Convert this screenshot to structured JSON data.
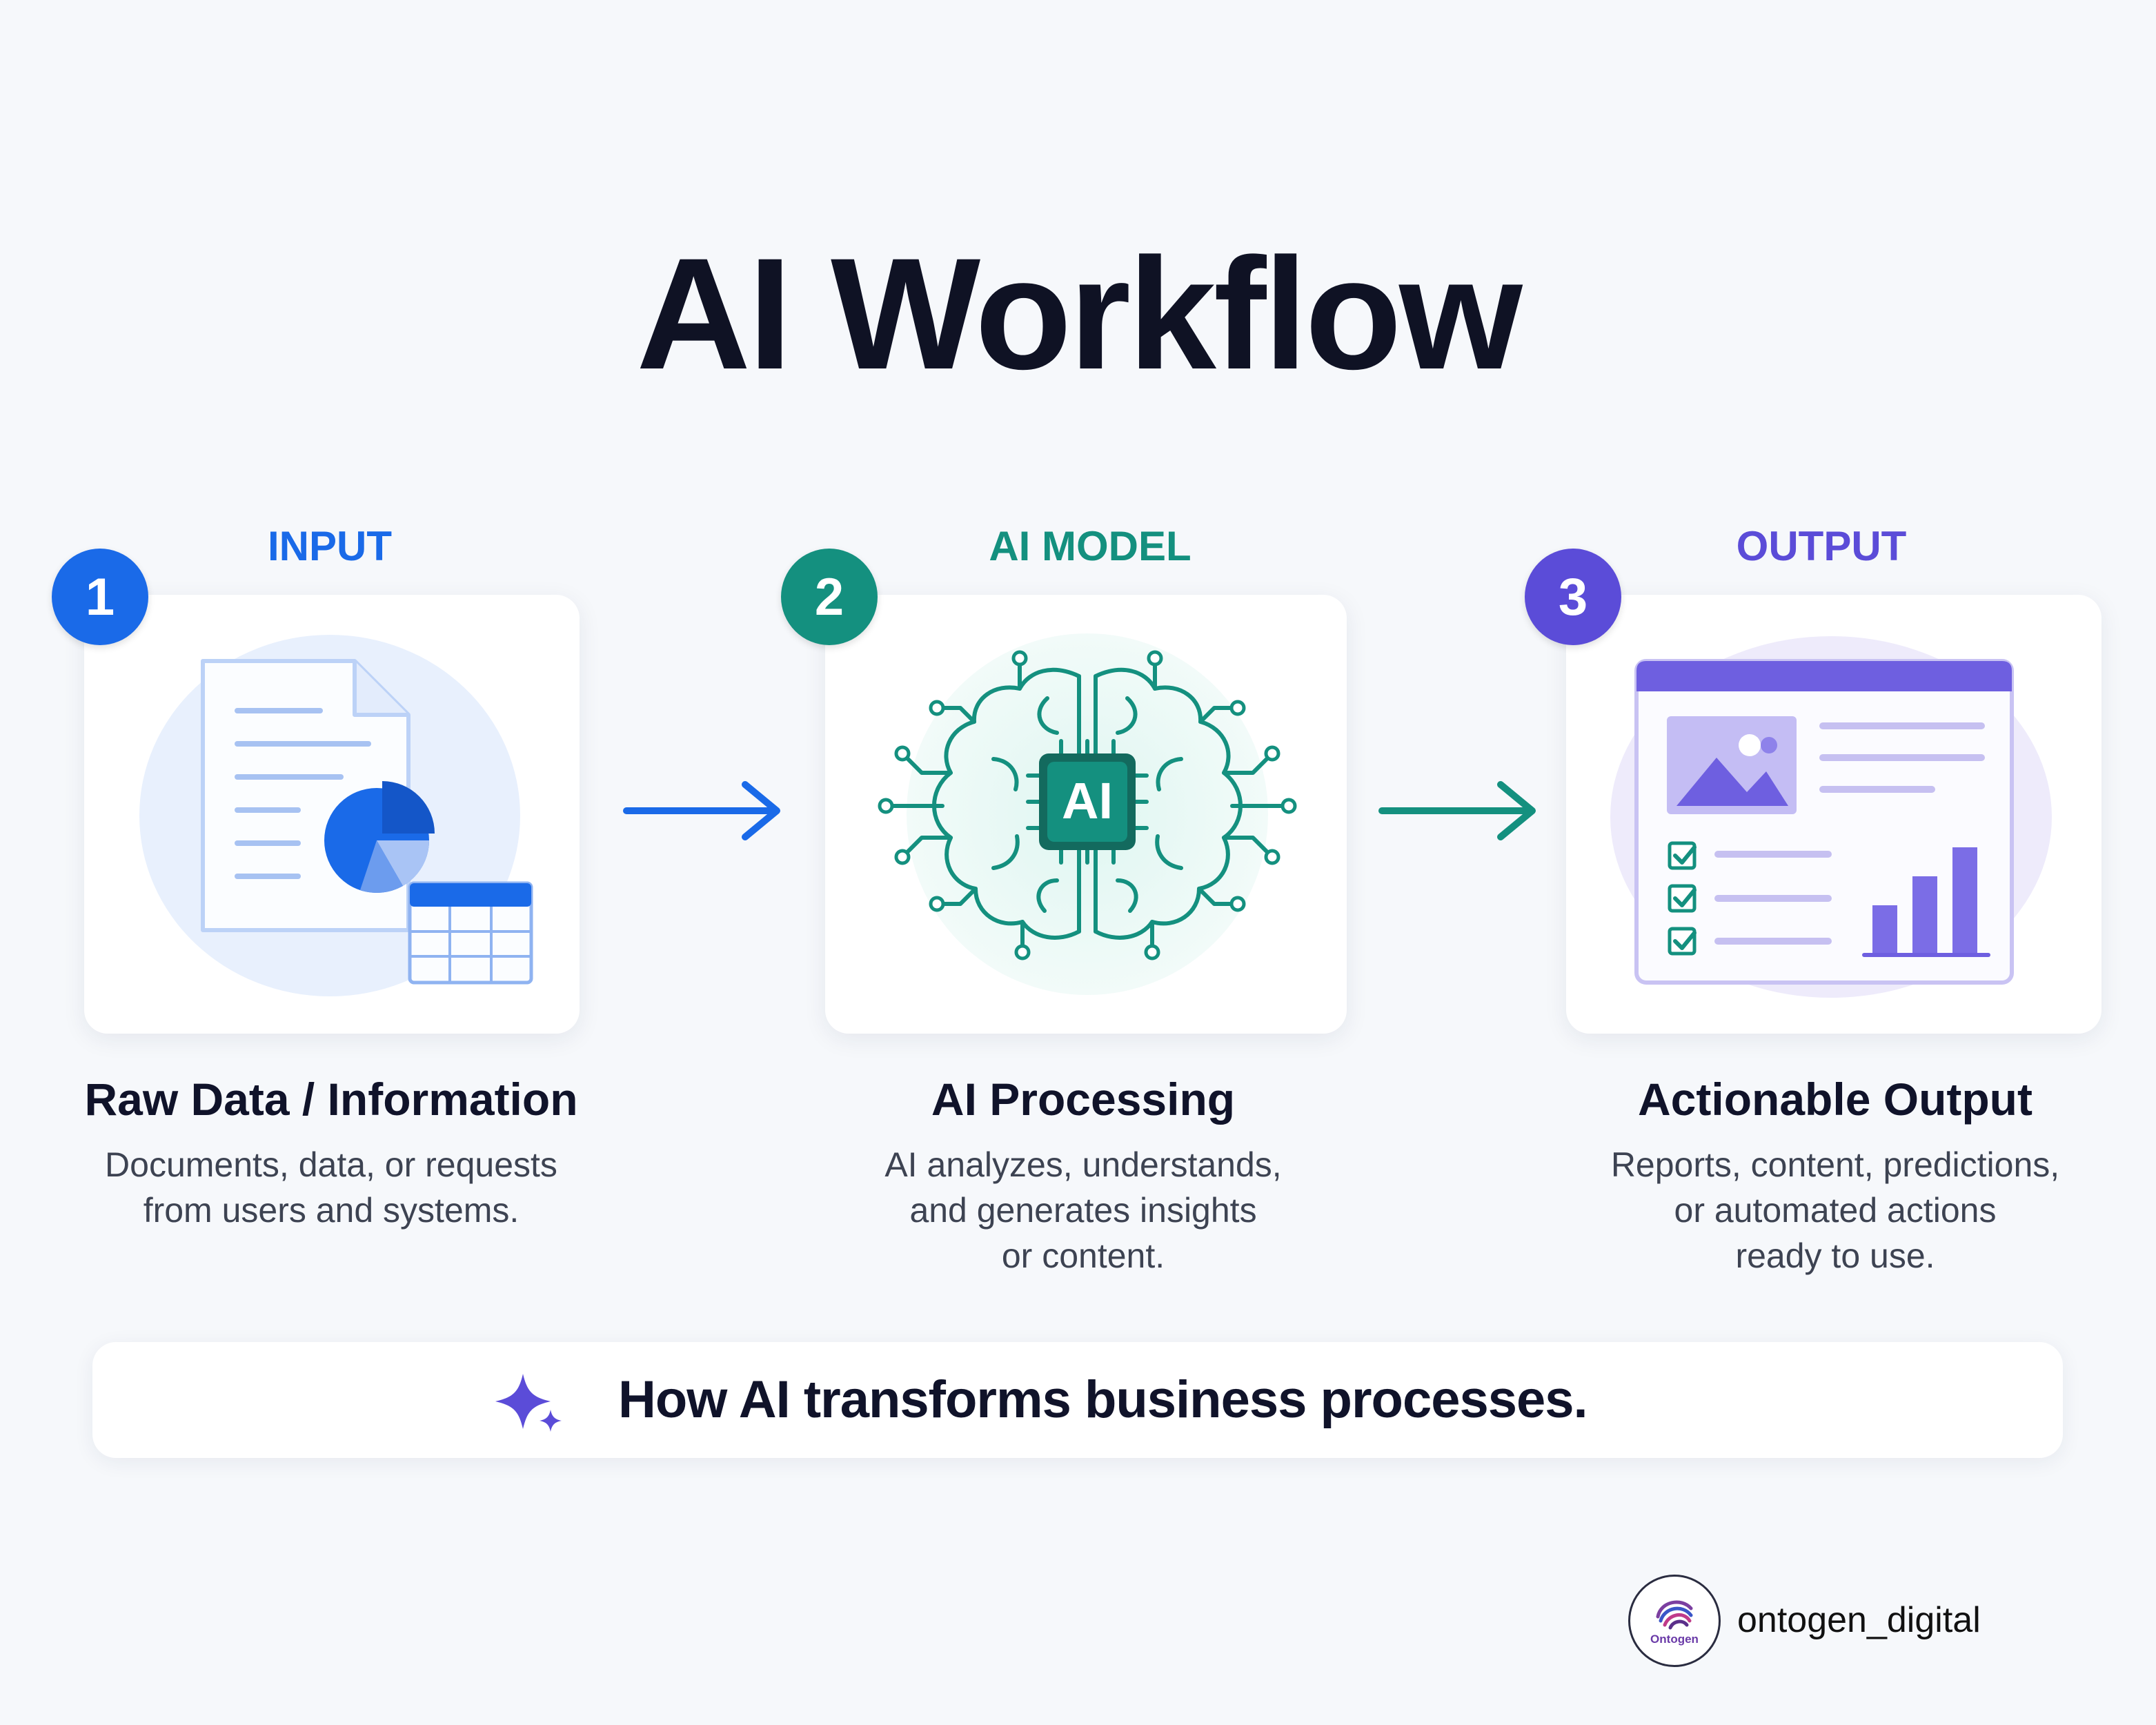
{
  "title": "AI Workflow",
  "colors": {
    "input": "#1a6ae8",
    "model": "#14907f",
    "output": "#5b4cd8",
    "background": "#f6f8fb"
  },
  "steps": [
    {
      "number": "1",
      "label": "INPUT",
      "icon": "documents-data-icon",
      "title": "Raw Data / Information",
      "description": [
        "Documents, data, or requests",
        "from users and systems."
      ]
    },
    {
      "number": "2",
      "label": "AI MODEL",
      "icon": "ai-brain-chip-icon",
      "chip_text": "AI",
      "title": "AI Processing",
      "description": [
        "AI analyzes, understands,",
        "and generates insights",
        "or content."
      ]
    },
    {
      "number": "3",
      "label": "OUTPUT",
      "icon": "dashboard-report-icon",
      "title": "Actionable Output",
      "description": [
        "Reports, content, predictions,",
        "or automated actions",
        "ready to use."
      ]
    }
  ],
  "banner": {
    "icon": "sparkle-icon",
    "text": "How AI transforms business processes."
  },
  "footer": {
    "logo_text": "Ontogen",
    "handle": "ontogen_digital"
  }
}
